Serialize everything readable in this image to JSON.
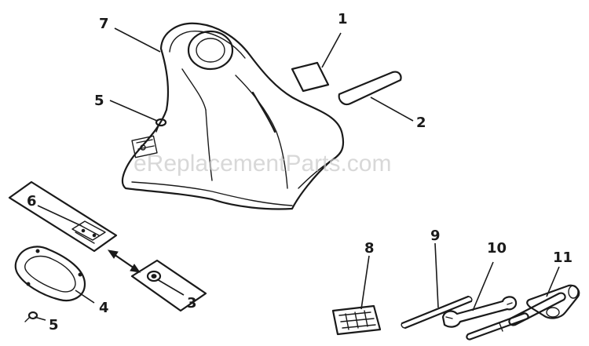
{
  "watermark": "eReplacementParts.com",
  "callouts": {
    "c1": "1",
    "c2": "2",
    "c3": "3",
    "c4": "4",
    "c5a": "5",
    "c5b": "5",
    "c6": "6",
    "c7": "7",
    "c8": "8",
    "c9": "9",
    "c10": "10",
    "c11": "11"
  },
  "colors": {
    "ink": "#1a1a1a",
    "watermark": "#c8c8c8",
    "background": "#ffffff"
  }
}
